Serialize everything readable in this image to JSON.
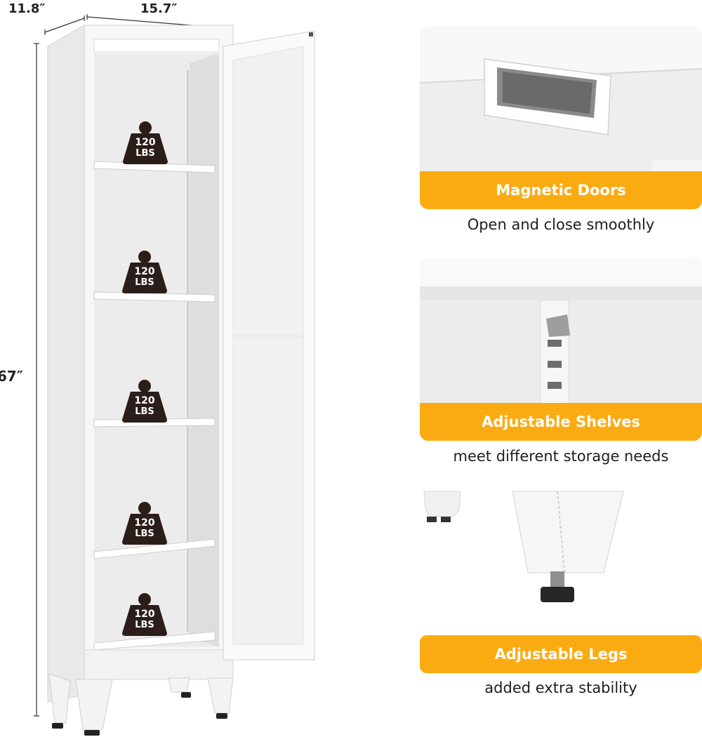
{
  "dimensions": {
    "depth": "11.8″",
    "width": "15.7″",
    "height": "67″"
  },
  "shelf_badges": [
    {
      "value": "120",
      "unit": "LBS"
    },
    {
      "value": "120",
      "unit": "LBS"
    },
    {
      "value": "120",
      "unit": "LBS"
    },
    {
      "value": "120",
      "unit": "LBS"
    },
    {
      "value": "120",
      "unit": "LBS"
    }
  ],
  "features": [
    {
      "title": "Magnetic Doors",
      "caption": "Open and close smoothly"
    },
    {
      "title": "Adjustable Shelves",
      "caption": "meet different storage needs"
    },
    {
      "title": "Adjustable Legs",
      "caption": "added extra stability"
    }
  ],
  "colors": {
    "accent": "#fbab12",
    "badge": "#2b1d1a",
    "cabinet": "#f4f4f4"
  }
}
